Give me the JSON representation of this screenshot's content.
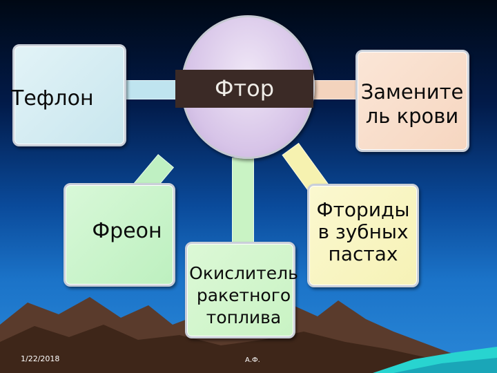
{
  "diagram": {
    "center": "Фтор",
    "teflon": "Тефлон",
    "blood_substitute": "Заменитель крови",
    "freon": "Фреон",
    "oxidizer": "Окислитель ракетного топлива",
    "fluorides": "Фториды в зубных пастах"
  },
  "footer": {
    "date": "1/22/2018",
    "author": "А.Ф."
  },
  "colors": {
    "teflon_box": "#c8e6ee",
    "blood_box": "#f6d6c0",
    "freon_box": "#bdf0bf",
    "oxidizer_box": "#c9f3c4",
    "fluorides_box": "#f6f2b6",
    "center_circle": "#d7c4e8"
  }
}
